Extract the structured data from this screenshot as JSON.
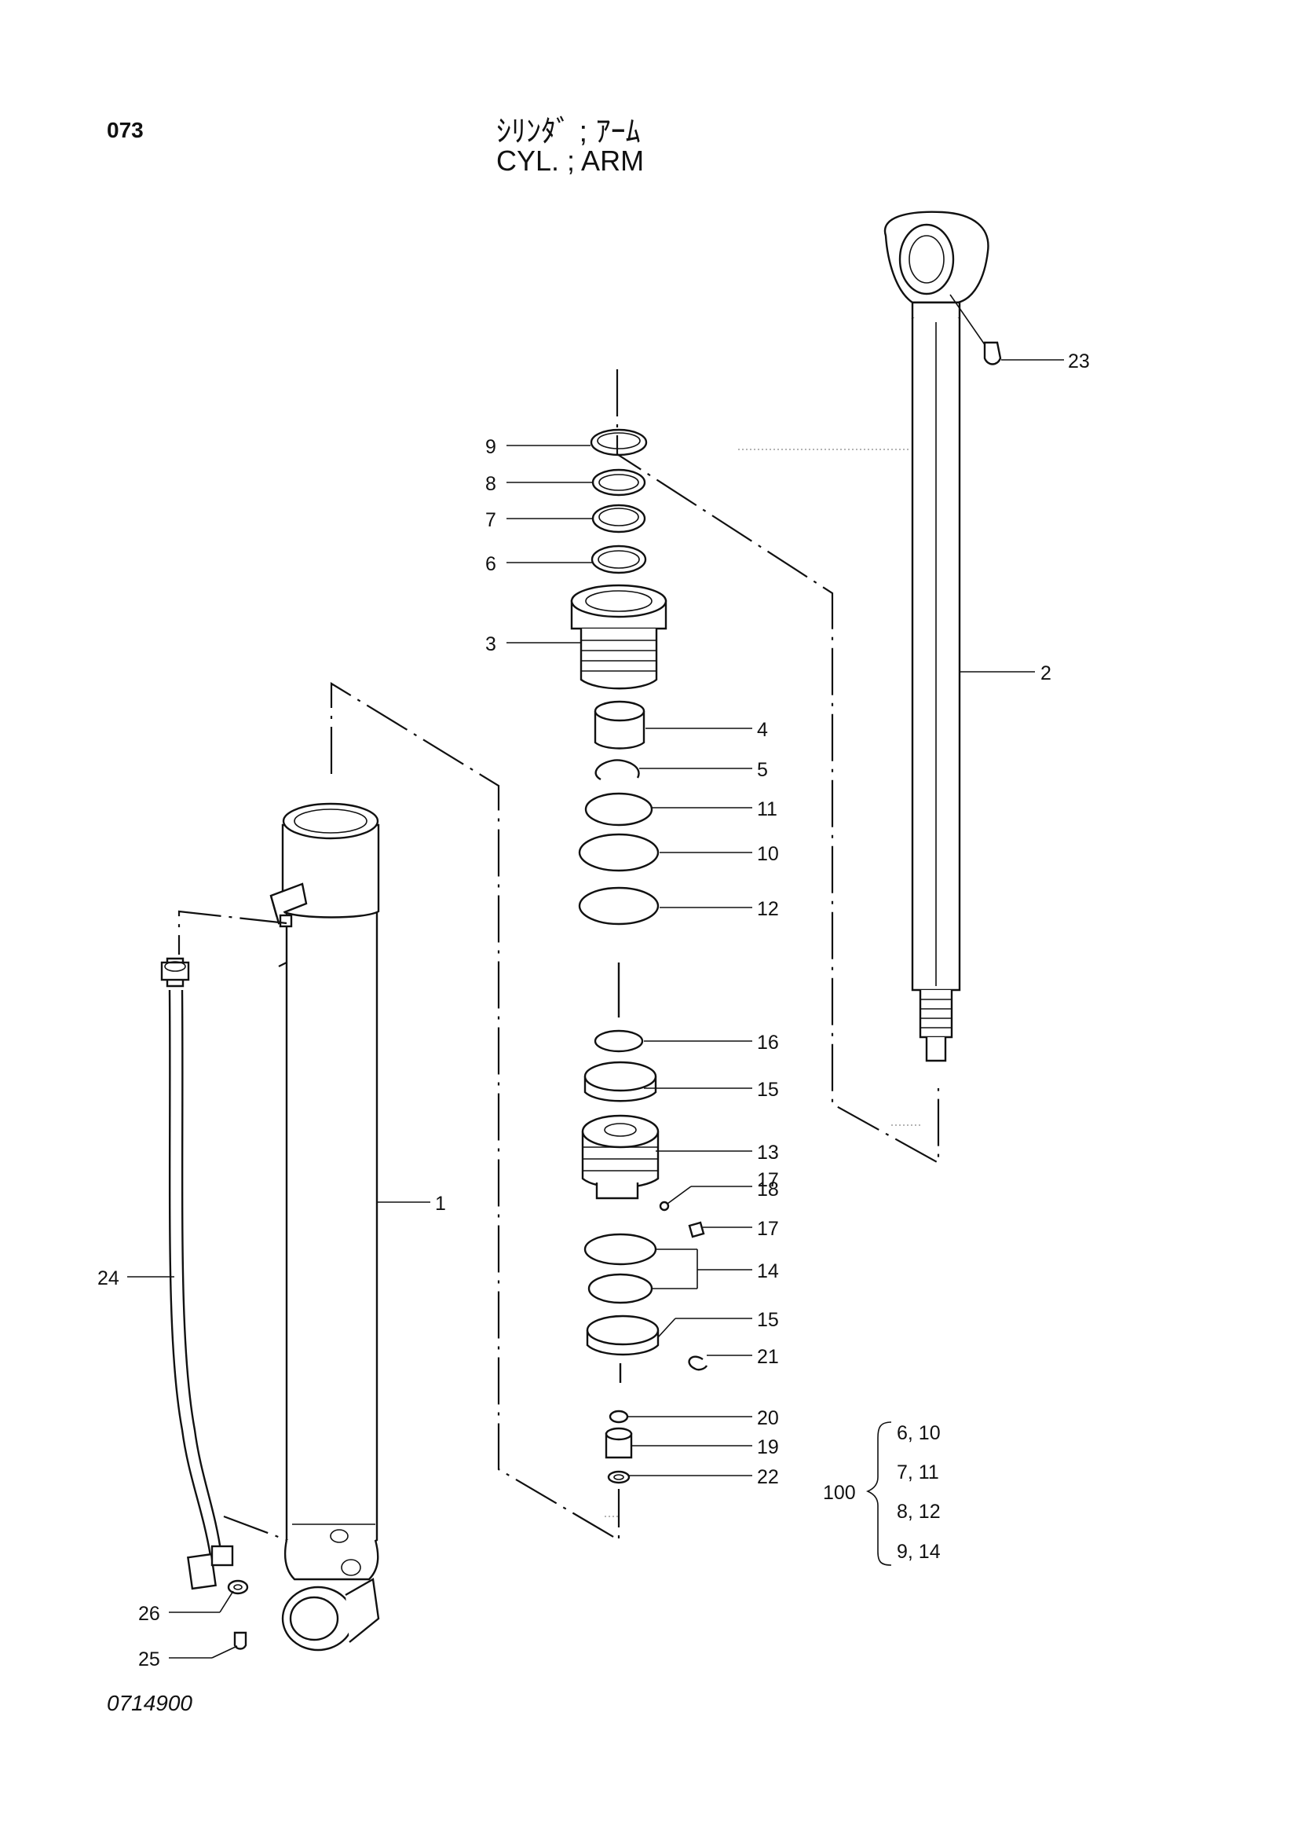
{
  "header": {
    "page_number": "073",
    "title_jp": "ｼﾘﾝﾀﾞ ; ｱｰﾑ",
    "title_en": "CYL. ; ARM"
  },
  "drawing_number": "0714900",
  "callouts": [
    "9",
    "8",
    "7",
    "6",
    "3",
    "4",
    "5",
    "11",
    "10",
    "12",
    "16",
    "15",
    "13",
    "17",
    "18",
    "17",
    "14",
    "15",
    "21",
    "20",
    "19",
    "22",
    "23",
    "2",
    "1",
    "24",
    "26",
    "25"
  ],
  "kit": {
    "number": "100",
    "items": [
      "6, 10",
      "7, 11",
      "8, 12",
      "9, 14"
    ]
  }
}
